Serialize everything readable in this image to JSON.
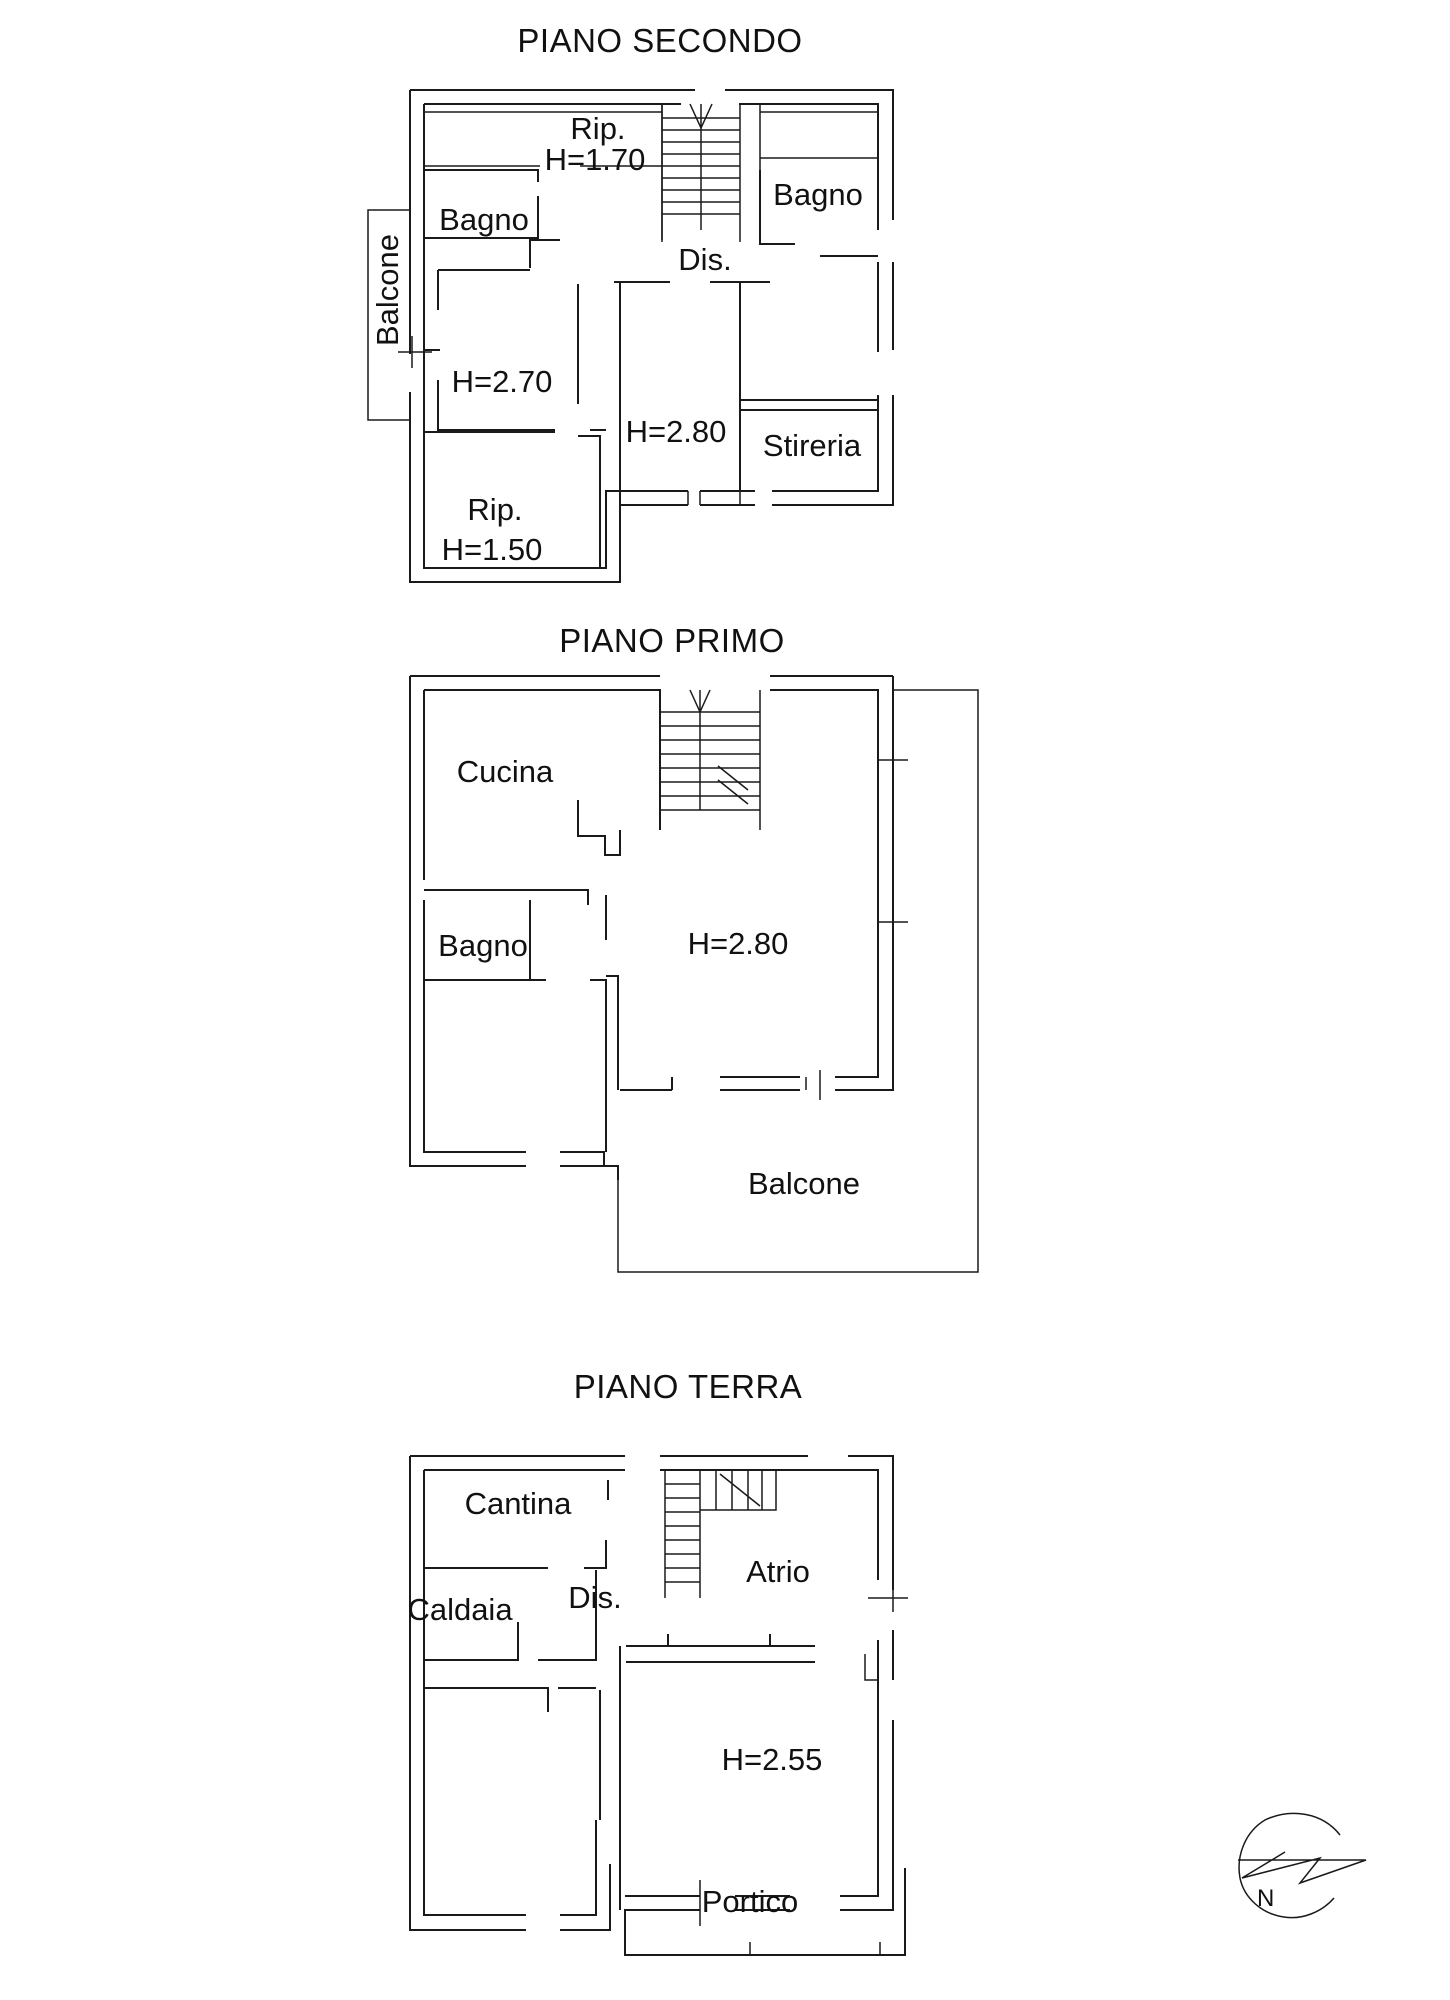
{
  "floors": [
    {
      "title": "PIANO SECONDO",
      "rooms": [
        {
          "label": "Rip.",
          "sub": "H=1.70"
        },
        {
          "label": "Bagno"
        },
        {
          "label": "Bagno"
        },
        {
          "label": "Dis."
        },
        {
          "label": "Balcone"
        },
        {
          "label": "H=2.70"
        },
        {
          "label": "H=2.80"
        },
        {
          "label": "Stireria"
        },
        {
          "label": "Rip.",
          "sub": "H=1.50"
        }
      ]
    },
    {
      "title": "PIANO PRIMO",
      "rooms": [
        {
          "label": "Cucina"
        },
        {
          "label": "Bagno"
        },
        {
          "label": "H=2.80"
        },
        {
          "label": "Balcone"
        }
      ]
    },
    {
      "title": "PIANO TERRA",
      "rooms": [
        {
          "label": "Cantina"
        },
        {
          "label": "Dis."
        },
        {
          "label": "Atrio"
        },
        {
          "label": "Caldaia"
        },
        {
          "label": "H=2.55"
        },
        {
          "label": "Portico"
        }
      ]
    }
  ],
  "compass": {
    "label": "N"
  }
}
